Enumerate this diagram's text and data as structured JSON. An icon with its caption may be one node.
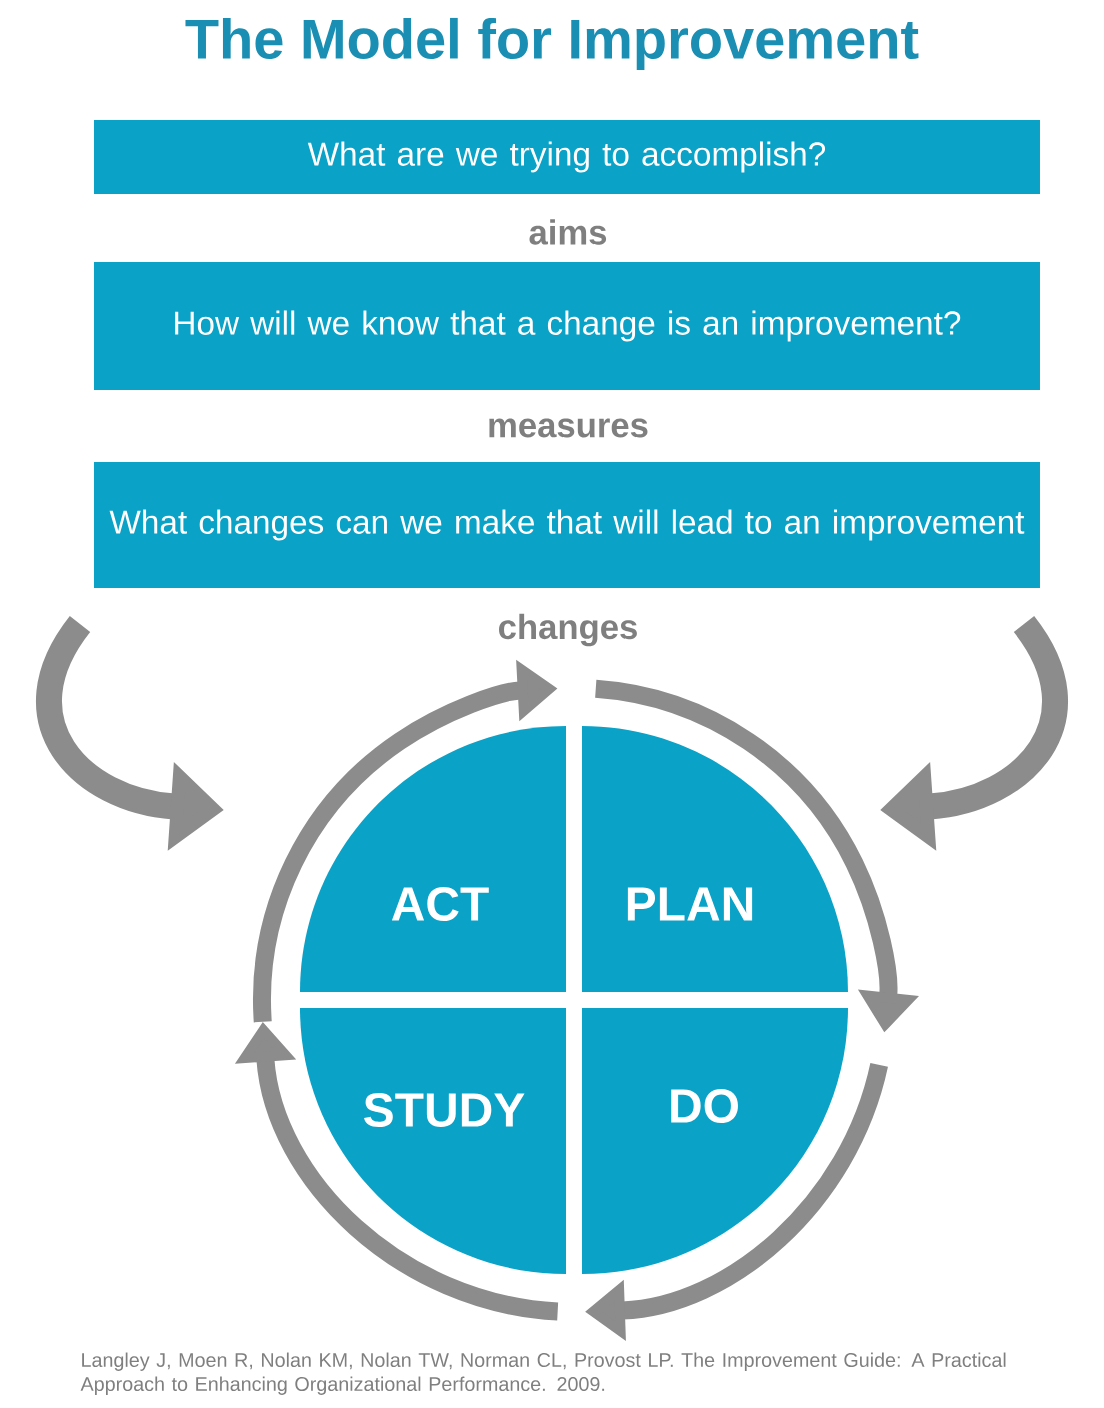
{
  "diagram": {
    "title": "The Model for Improvement",
    "caption": "Langley J, Moen R, Nolan KM, Nolan TW, Norman CL, Provost LP. The Improvement Guide: A Practical Approach to Enhancing Organizational Performance. 2009.",
    "nodes": [
      {
        "text": [
          "What are we trying to accomplish?"
        ],
        "beside": [
          "aims"
        ]
      },
      {
        "text": [
          "How will we know that a change is an improvement?"
        ],
        "beside": [
          "measures"
        ]
      },
      {
        "text": [
          "What changes can we make that will lead to an improvement"
        ],
        "beside": [
          "changes"
        ]
      },
      {
        "text": [
          "ACT"
        ]
      },
      {
        "text": [
          "PLAN"
        ]
      },
      {
        "text": [
          "STUDY"
        ]
      },
      {
        "text": [
          "DO"
        ]
      }
    ]
  }
}
